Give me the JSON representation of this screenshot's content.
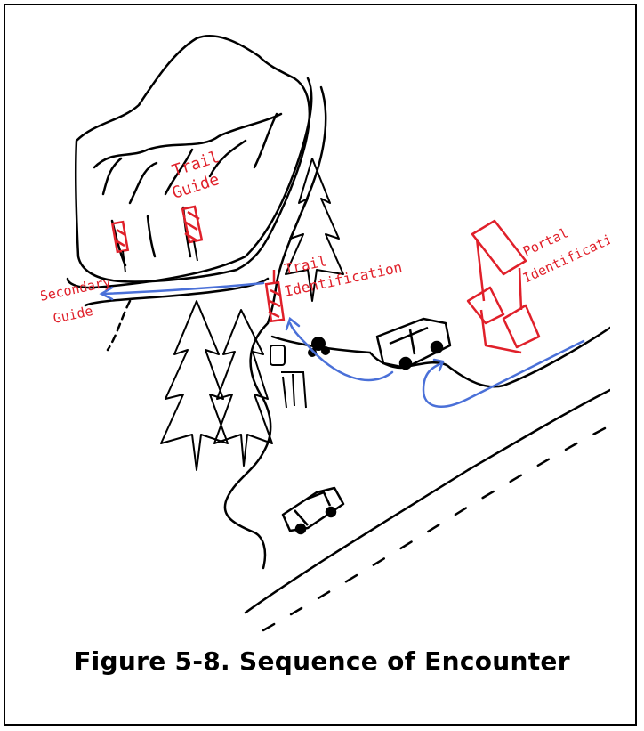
{
  "figure": {
    "caption": "Figure 5-8. Sequence of Encounter"
  },
  "sketch_labels": {
    "trail_guide_line1": "Trail",
    "trail_guide_line2": "Guide",
    "secondary_guide_line1": "Secondary",
    "secondary_guide_line2": "Guide",
    "trail_identification_line1": "Trail",
    "trail_identification_line2": "Identification",
    "portal_identification_line1": "Portal",
    "portal_identification_line2": "Identification"
  },
  "colors": {
    "ink": "#000000",
    "sign_red": "#e0202a",
    "route_blue": "#4a70d8"
  }
}
